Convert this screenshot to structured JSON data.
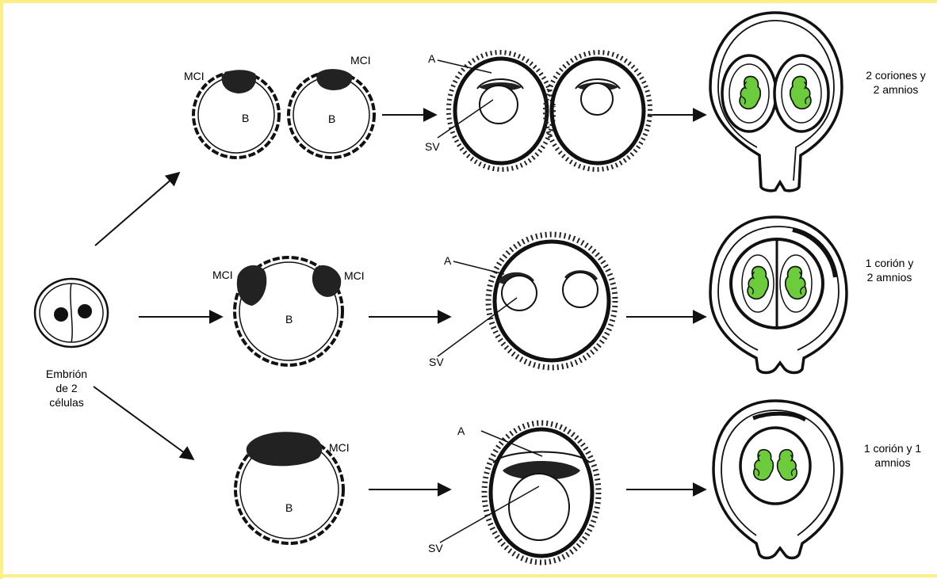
{
  "labels": {
    "mci": "MCI",
    "b": "B",
    "a": "A",
    "sv": "SV"
  },
  "embryo": {
    "line1": "Embrión",
    "line2": "de 2",
    "line3": "células"
  },
  "outcomes": {
    "top_line1": "2 coriones y",
    "top_line2": "2 amnios",
    "middle_line1": "1 corión y",
    "middle_line2": "2 amnios",
    "bottom_line1": "1 corión y 1",
    "bottom_line2": "amnios"
  },
  "colors": {
    "frame": "#fbf088",
    "fetus": "#6ccc3c",
    "ink": "#111111"
  }
}
